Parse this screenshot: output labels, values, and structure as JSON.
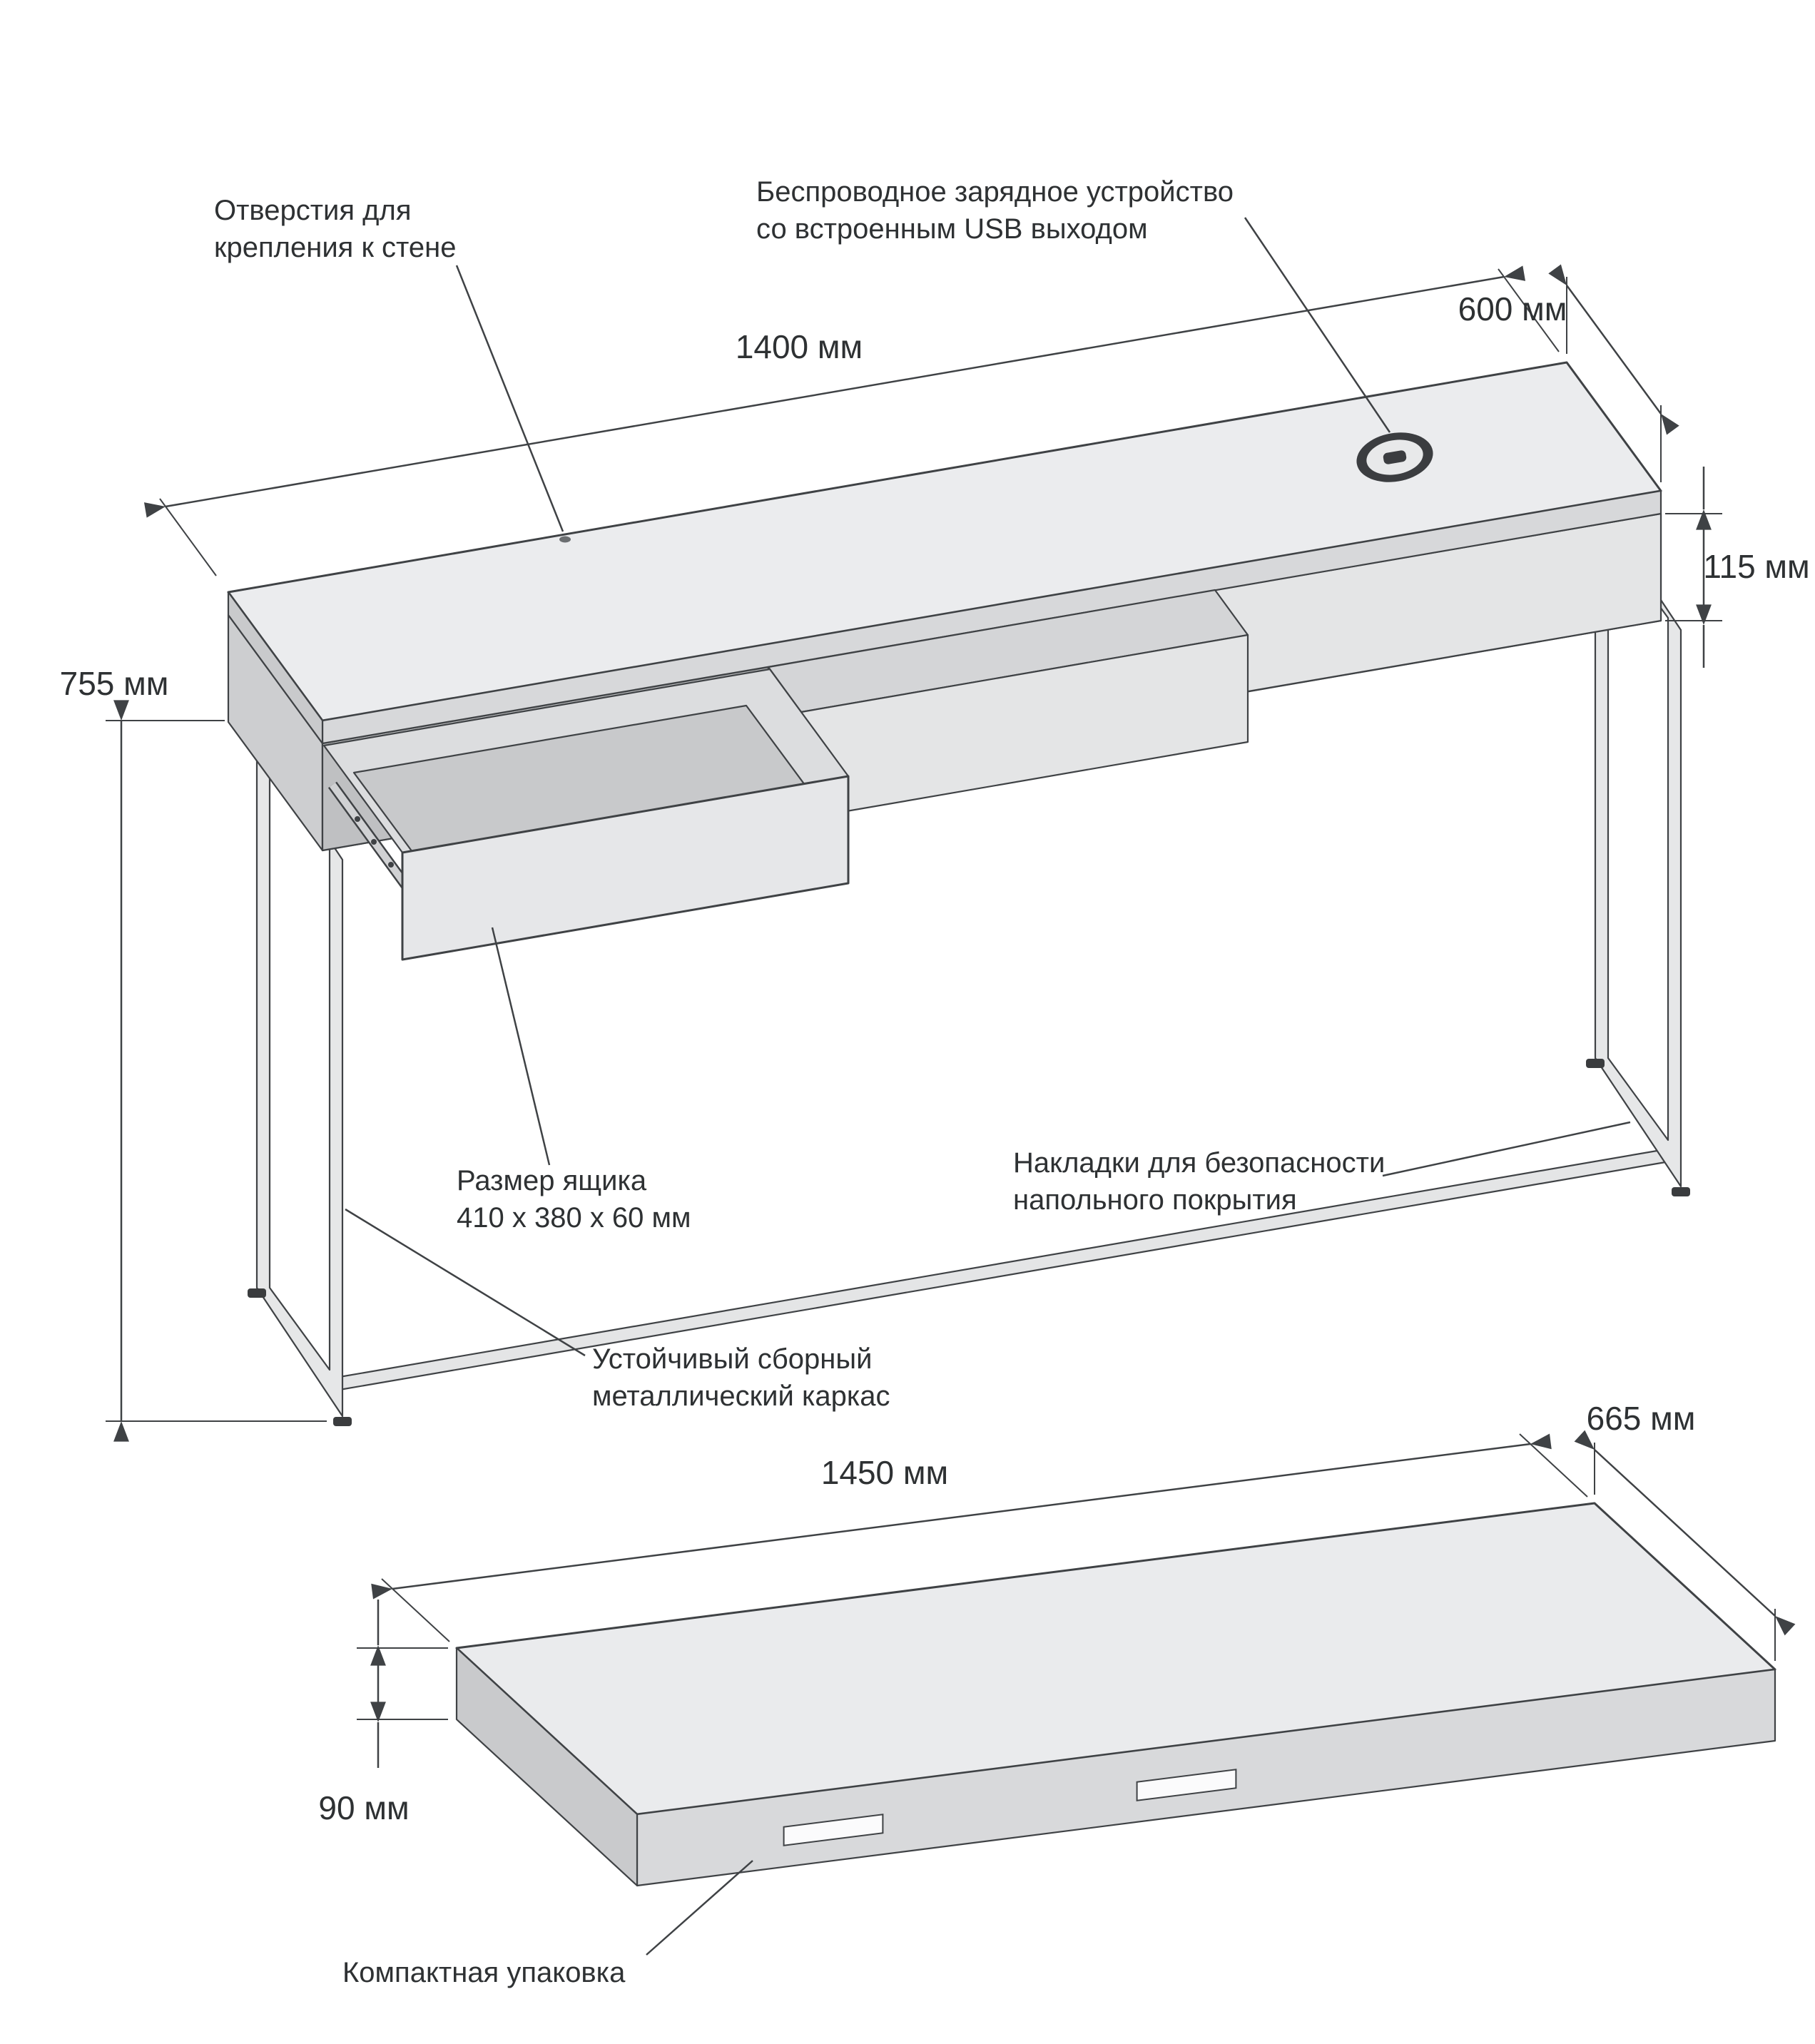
{
  "annotations": {
    "wireless_charger": {
      "line1": "Беспроводное зарядное устройство",
      "line2": "со встроенным USB выходом"
    },
    "wall_mount": {
      "line1": "Отверстия для",
      "line2": "крепления к стене"
    },
    "drawer_size": {
      "line1": "Размер ящика",
      "line2": "410 x 380 x 60 мм"
    },
    "floor_pads": {
      "line1": "Накладки для безопасности",
      "line2": "напольного покрытия"
    },
    "metal_frame": {
      "line1": "Устойчивый сборный",
      "line2": "металлический каркас"
    },
    "package": {
      "line1": "Компактная упаковка"
    }
  },
  "dimensions": {
    "desk_width": "1400 мм",
    "desk_depth": "600 мм",
    "drawer_front_height": "115 мм",
    "desk_height": "755 мм",
    "package_length": "1450 мм",
    "package_width": "665 мм",
    "package_height": "90 мм"
  },
  "colors": {
    "line": "#3f4245",
    "text": "#2e3133",
    "surface_top": "#ebecee",
    "surface_front": "#dfe0e2",
    "surface_side": "#c9cacc",
    "cavity": "#bfc0c2",
    "metal_dark": "#3a3c3e",
    "background": "#ffffff"
  }
}
